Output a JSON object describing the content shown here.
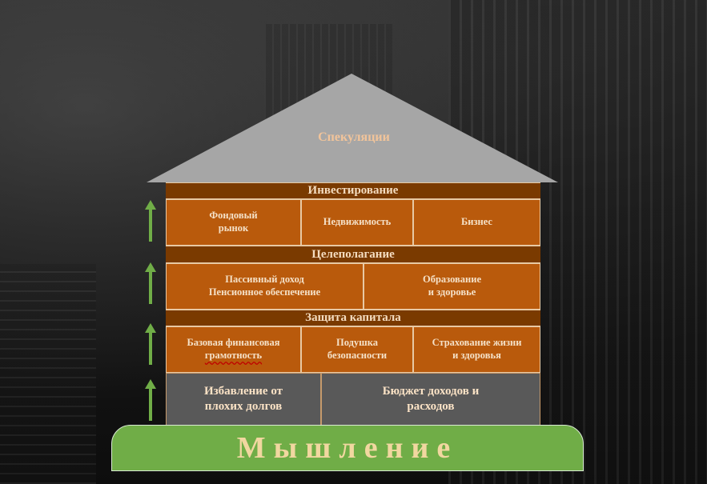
{
  "roof": {
    "label": "Спекуляции"
  },
  "tiers": {
    "investing": {
      "title": "Инвестирование",
      "items": [
        "Фондовый\nрынок",
        "Недвижимость",
        "Бизнес"
      ]
    },
    "goal_setting": {
      "title": "Целеполагание",
      "items": [
        "Пассивный доход\nПенсионное обеспечение",
        "Образование\nи здоровье"
      ]
    },
    "capital_protection": {
      "title": "Защита капитала",
      "items": [
        "Базовая финансовая\nграмотность",
        "Подушка\nбезопасности",
        "Страхование жизни\nи здоровья"
      ]
    },
    "foundation": {
      "items": [
        "Избавление от\nплохих долгов",
        "Бюджет доходов и\nрасходов"
      ]
    }
  },
  "ground": {
    "label": "Мышление"
  },
  "colors": {
    "band": "#7a3a00",
    "box": "#b95a0c",
    "gray_box": "#595959",
    "roof": "#a6a6a6",
    "ground": "#70ad47",
    "arrow": "#70ad47"
  },
  "icons": [
    "arrow-up-icon"
  ]
}
